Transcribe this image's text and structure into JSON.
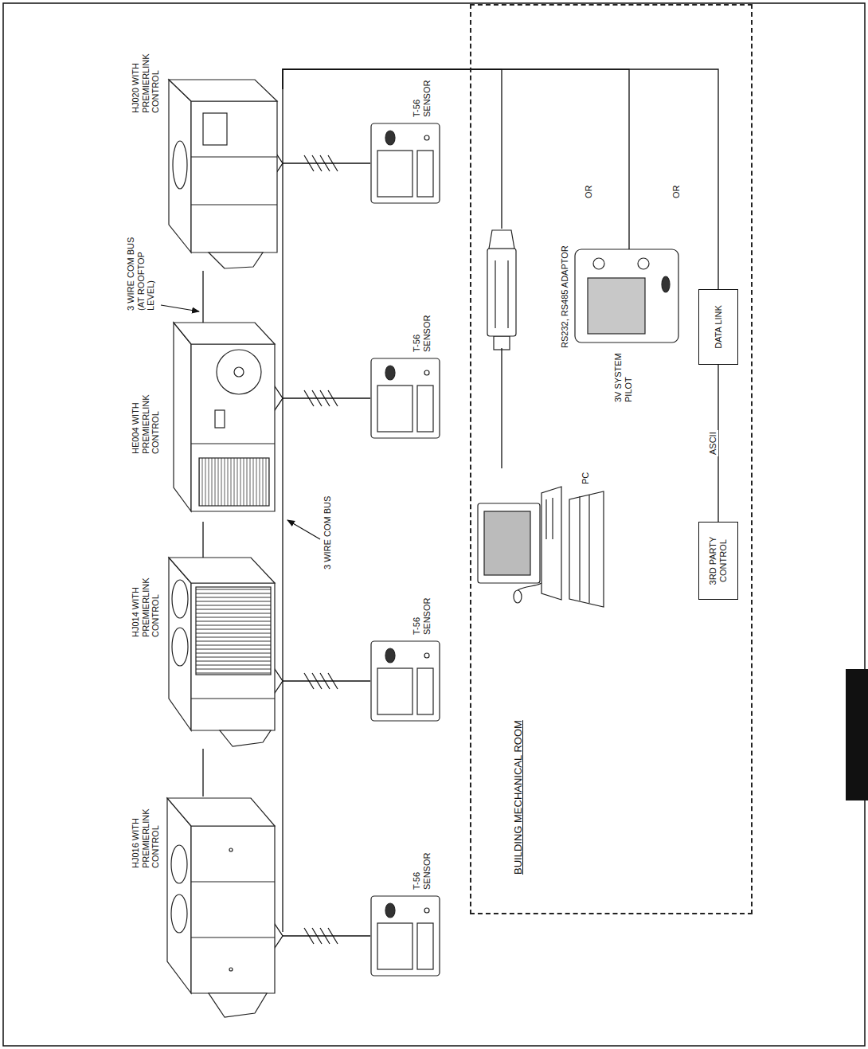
{
  "diagram": {
    "nodes": [
      {
        "text": [
          "HJ016 WITH PREMIERLINK CONTROL"
        ]
      },
      {
        "text": [
          "HJ014 WITH PREMIERLINK CONTROL"
        ]
      },
      {
        "text": [
          "HE004 WITH PREMIERLINK CONTROL"
        ]
      },
      {
        "text": [
          "HJ020 WITH PREMIERLINK CONTROL"
        ]
      },
      {
        "text": [
          "T-56 SENSOR"
        ]
      },
      {
        "text": [
          "T-56 SENSOR"
        ]
      },
      {
        "text": [
          "T-56 SENSOR"
        ]
      },
      {
        "text": [
          "T-56 SENSOR"
        ]
      },
      {
        "text": [
          "BUILDING MECHANICAL ROOM"
        ]
      },
      {
        "text": [
          "PC"
        ],
        "in": 8
      },
      {
        "text": [
          "RS232, RS485 ADAPTOR"
        ],
        "in": 8
      },
      {
        "text": [
          "3V SYSTEM PILOT"
        ],
        "in": 8
      },
      {
        "text": [
          "3RD PARTY CONTROL"
        ],
        "in": 8
      },
      {
        "text": [
          "DATA LINK"
        ],
        "in": 8
      }
    ],
    "edges": [
      {
        "from": 0,
        "to": 1,
        "arrow": "none"
      },
      {
        "from": 1,
        "to": 2,
        "arrow": "none"
      },
      {
        "from": 2,
        "to": 3,
        "arrow": "none"
      },
      {
        "from": 0,
        "to": 4,
        "arrow": "none"
      },
      {
        "from": 1,
        "to": 5,
        "arrow": "none"
      },
      {
        "from": 2,
        "to": 6,
        "arrow": "none"
      },
      {
        "from": 3,
        "to": 7,
        "arrow": "none"
      },
      {
        "from": 9,
        "to": 10,
        "arrow": "none"
      },
      {
        "from": 3,
        "to": 10,
        "arrow": "none"
      },
      {
        "from": 3,
        "to": 11,
        "arrow": "none"
      },
      {
        "from": 3,
        "to": 13,
        "arrow": "none"
      },
      {
        "from": 12,
        "to": 13,
        "label": "ASCII",
        "arrow": "none"
      }
    ],
    "labels": [
      "3 WIRE COM BUS (AT ROOFTOP LEVEL)",
      "3 WIRE COM BUS",
      "OR",
      "OR"
    ]
  }
}
